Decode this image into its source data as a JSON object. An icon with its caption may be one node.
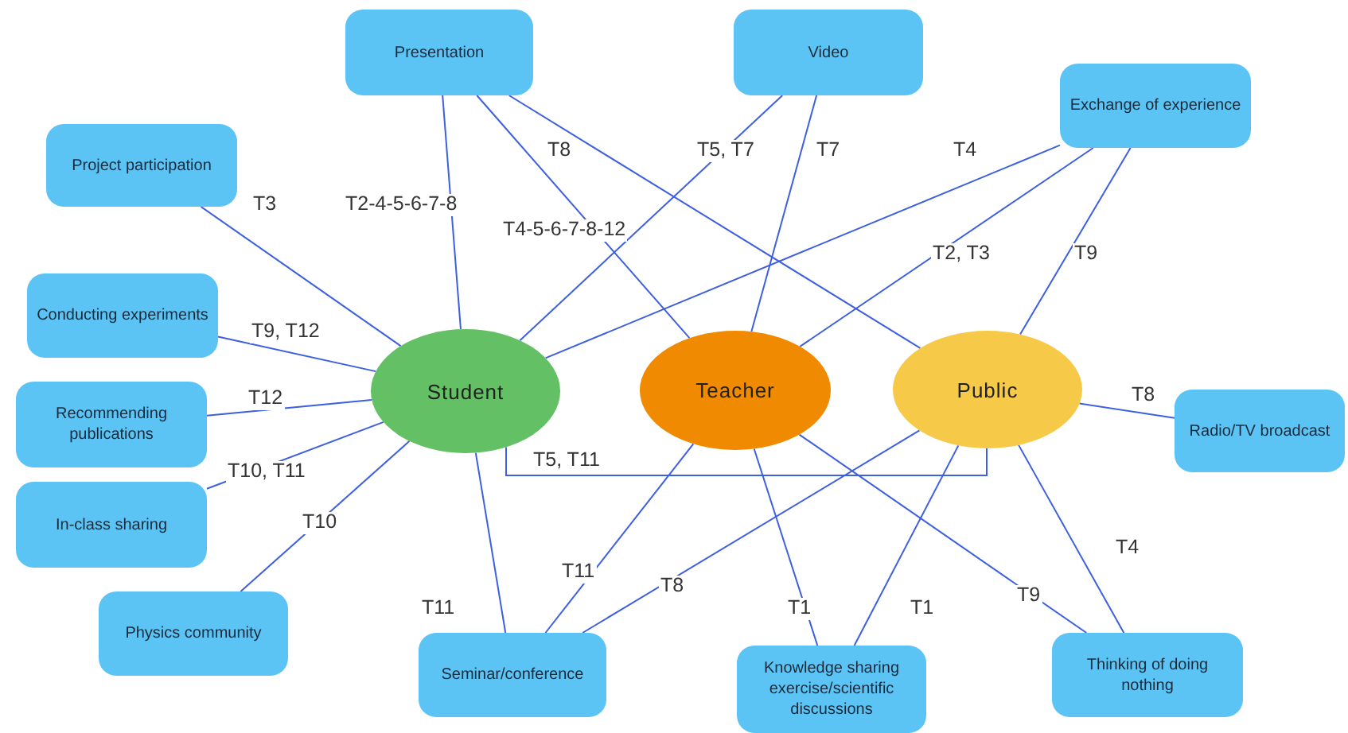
{
  "diagram": {
    "nodes": [
      {
        "text": [
          "Presentation"
        ]
      },
      {
        "text": [
          "Video"
        ]
      },
      {
        "text": [
          "Project participation"
        ]
      },
      {
        "text": [
          "Exchange of experience"
        ]
      },
      {
        "text": [
          "Conducting experiments"
        ]
      },
      {
        "text": [
          "Student"
        ]
      },
      {
        "text": [
          "Teacher"
        ]
      },
      {
        "text": [
          "Public"
        ]
      },
      {
        "text": [
          "Radio/TV broadcast"
        ]
      },
      {
        "text": [
          "Recommending publications"
        ]
      },
      {
        "text": [
          "In-class sharing"
        ]
      },
      {
        "text": [
          "Physics community"
        ]
      },
      {
        "text": [
          "Seminar/conference"
        ]
      },
      {
        "text": [
          "Knowledge sharing exercise/scientific discussions"
        ]
      },
      {
        "text": [
          "Thinking of doing nothing"
        ]
      }
    ],
    "edges": [
      {
        "from": 0,
        "to": 5,
        "arrow": "none",
        "label": "T2-4-5-6-7-8"
      },
      {
        "from": 0,
        "to": 6,
        "arrow": "none",
        "label": "T4-5-6-7-8-12"
      },
      {
        "from": 0,
        "to": 7,
        "arrow": "none",
        "label": "T8"
      },
      {
        "from": 1,
        "to": 5,
        "arrow": "none",
        "label": "T5, T7"
      },
      {
        "from": 1,
        "to": 6,
        "arrow": "none",
        "label": "T7"
      },
      {
        "from": 3,
        "to": 5,
        "arrow": "none",
        "label": "T4"
      },
      {
        "from": 3,
        "to": 6,
        "arrow": "none",
        "label": "T2, T3"
      },
      {
        "from": 3,
        "to": 7,
        "arrow": "none",
        "label": "T9"
      },
      {
        "from": 2,
        "to": 5,
        "arrow": "none",
        "label": "T3"
      },
      {
        "from": 4,
        "to": 5,
        "arrow": "none",
        "label": "T9, T12"
      },
      {
        "from": 9,
        "to": 5,
        "arrow": "none",
        "label": "T12"
      },
      {
        "from": 10,
        "to": 5,
        "arrow": "none",
        "label": "T10, T11"
      },
      {
        "from": 11,
        "to": 5,
        "arrow": "none",
        "label": "T10"
      },
      {
        "from": 5,
        "to": 12,
        "arrow": "none",
        "label": "T11"
      },
      {
        "from": 5,
        "to": 7,
        "arrow": "none",
        "label": "T5, T11"
      },
      {
        "from": 6,
        "to": 12,
        "arrow": "none",
        "label": "T11"
      },
      {
        "from": 7,
        "to": 12,
        "arrow": "none",
        "label": "T8"
      },
      {
        "from": 6,
        "to": 13,
        "arrow": "none",
        "label": "T1"
      },
      {
        "from": 7,
        "to": 13,
        "arrow": "none",
        "label": "T1"
      },
      {
        "from": 6,
        "to": 14,
        "arrow": "none",
        "label": "T9"
      },
      {
        "from": 7,
        "to": 14,
        "arrow": "none",
        "label": "T4"
      },
      {
        "from": 7,
        "to": 8,
        "arrow": "none",
        "label": "T8"
      }
    ]
  }
}
